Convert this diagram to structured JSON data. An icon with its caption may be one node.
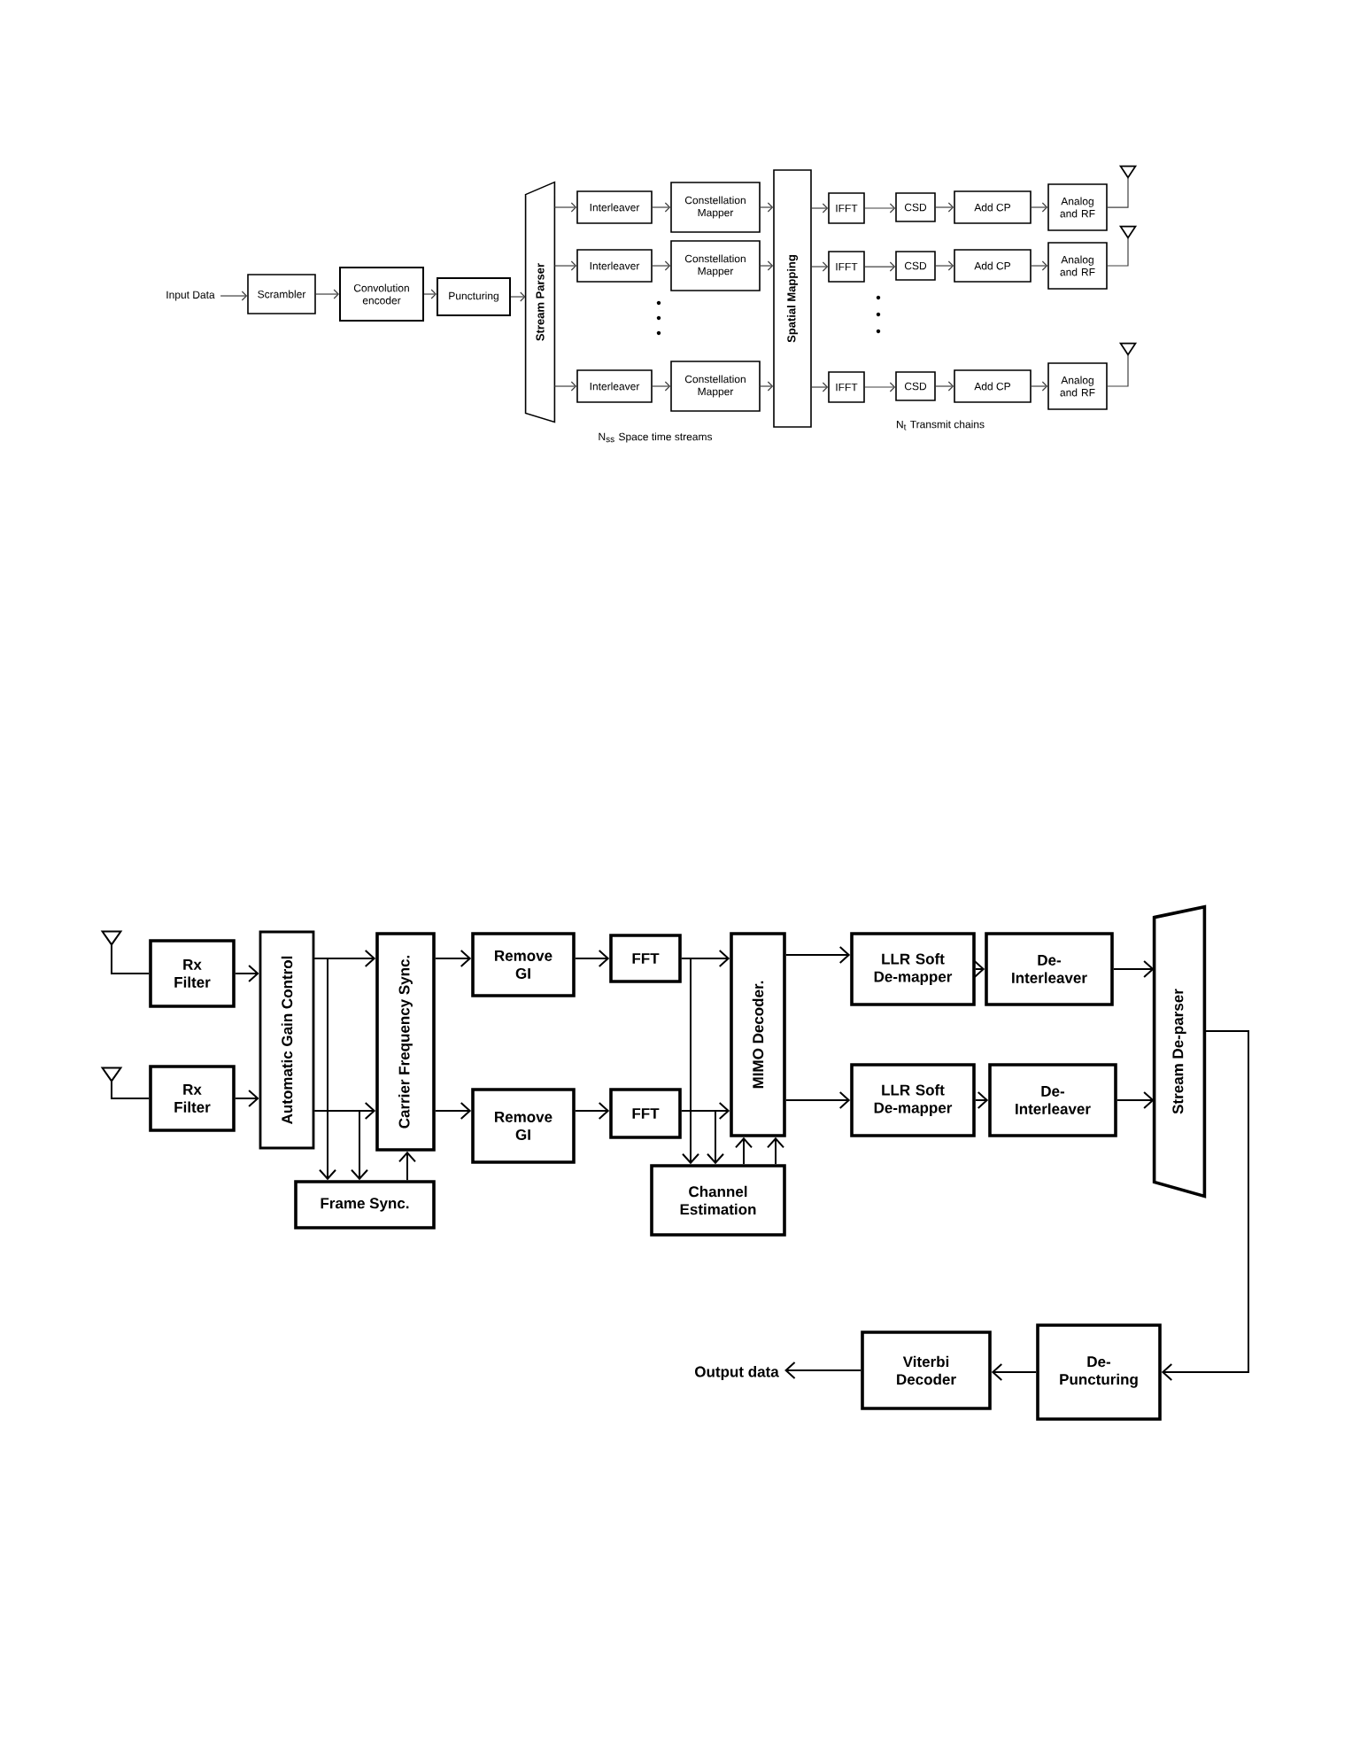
{
  "diagram": {
    "nodes": [
      {
        "text": [
          "Input Data"
        ]
      },
      {
        "text": [
          "Scrambler"
        ]
      },
      {
        "text": [
          "Convolution encoder"
        ]
      },
      {
        "text": [
          "Puncturing"
        ]
      },
      {
        "text": [
          "Stream Parser"
        ]
      },
      {
        "text": [
          "Interleaver"
        ]
      },
      {
        "text": [
          "Interleaver"
        ]
      },
      {
        "text": [
          "Interleaver"
        ]
      },
      {
        "text": [
          "Constellation Mapper"
        ]
      },
      {
        "text": [
          "Constellation Mapper"
        ]
      },
      {
        "text": [
          "Constellation Mapper"
        ]
      },
      {
        "text": [
          "Spatial Mapping"
        ]
      },
      {
        "text": [
          "IFFT"
        ]
      },
      {
        "text": [
          "IFFT"
        ]
      },
      {
        "text": [
          "IFFT"
        ]
      },
      {
        "text": [
          "CSD"
        ]
      },
      {
        "text": [
          "CSD"
        ]
      },
      {
        "text": [
          "CSD"
        ]
      },
      {
        "text": [
          "Add CP"
        ]
      },
      {
        "text": [
          "Add CP"
        ]
      },
      {
        "text": [
          "Add CP"
        ]
      },
      {
        "text": [
          "Analog and RF"
        ]
      },
      {
        "text": [
          "Analog and RF"
        ]
      },
      {
        "text": [
          "Analog and RF"
        ]
      },
      {
        "text": [],
        "shape": "antenna"
      },
      {
        "text": [],
        "shape": "antenna"
      },
      {
        "text": [],
        "shape": "antenna"
      },
      {
        "text": [],
        "shape": "antenna"
      },
      {
        "text": [],
        "shape": "antenna"
      },
      {
        "text": [
          "Rx Filter"
        ]
      },
      {
        "text": [
          "Rx Filter"
        ]
      },
      {
        "text": [
          "Automatic Gain Control"
        ]
      },
      {
        "text": [
          "Carrier Frequency Sync."
        ]
      },
      {
        "text": [
          "Frame Sync."
        ]
      },
      {
        "text": [
          "Remove GI"
        ]
      },
      {
        "text": [
          "Remove GI"
        ]
      },
      {
        "text": [
          "FFT"
        ]
      },
      {
        "text": [
          "FFT"
        ]
      },
      {
        "text": [
          "Channel Estimation"
        ]
      },
      {
        "text": [
          "MIMO Decoder."
        ]
      },
      {
        "text": [
          "LLR Soft De-mapper"
        ]
      },
      {
        "text": [
          "LLR Soft De-mapper"
        ]
      },
      {
        "text": [
          "De- Interleaver"
        ]
      },
      {
        "text": [
          "De- Interleaver"
        ]
      },
      {
        "text": [
          "Stream De-parser"
        ]
      },
      {
        "text": [
          "De- Puncturing"
        ]
      },
      {
        "text": [
          "Viterbi Decoder"
        ]
      },
      {
        "text": [
          "Output data"
        ]
      }
    ],
    "edges": [
      {
        "from": 0,
        "to": 1,
        "arrow": "to"
      },
      {
        "from": 1,
        "to": 2,
        "arrow": "to"
      },
      {
        "from": 2,
        "to": 3,
        "arrow": "to"
      },
      {
        "from": 3,
        "to": 4,
        "arrow": "to"
      },
      {
        "from": 4,
        "to": 5,
        "arrow": "to"
      },
      {
        "from": 4,
        "to": 6,
        "arrow": "to"
      },
      {
        "from": 4,
        "to": 7,
        "arrow": "to"
      },
      {
        "from": 5,
        "to": 8,
        "arrow": "to"
      },
      {
        "from": 6,
        "to": 9,
        "arrow": "to"
      },
      {
        "from": 7,
        "to": 10,
        "arrow": "to"
      },
      {
        "from": 8,
        "to": 11,
        "arrow": "to"
      },
      {
        "from": 9,
        "to": 11,
        "arrow": "to"
      },
      {
        "from": 10,
        "to": 11,
        "arrow": "to"
      },
      {
        "from": 11,
        "to": 12,
        "arrow": "to"
      },
      {
        "from": 11,
        "to": 13,
        "arrow": "to"
      },
      {
        "from": 11,
        "to": 14,
        "arrow": "to"
      },
      {
        "from": 12,
        "to": 15,
        "arrow": "to"
      },
      {
        "from": 13,
        "to": 16,
        "arrow": "to"
      },
      {
        "from": 14,
        "to": 17,
        "arrow": "to"
      },
      {
        "from": 15,
        "to": 18,
        "arrow": "to"
      },
      {
        "from": 16,
        "to": 19,
        "arrow": "to"
      },
      {
        "from": 17,
        "to": 20,
        "arrow": "to"
      },
      {
        "from": 18,
        "to": 21,
        "arrow": "to"
      },
      {
        "from": 19,
        "to": 22,
        "arrow": "to"
      },
      {
        "from": 20,
        "to": 23,
        "arrow": "to"
      },
      {
        "from": 21,
        "to": 24,
        "arrow": "none"
      },
      {
        "from": 22,
        "to": 25,
        "arrow": "none"
      },
      {
        "from": 23,
        "to": 26,
        "arrow": "none"
      },
      {
        "from": 27,
        "to": 29,
        "arrow": "none"
      },
      {
        "from": 28,
        "to": 30,
        "arrow": "none"
      },
      {
        "from": 29,
        "to": 31,
        "arrow": "to"
      },
      {
        "from": 30,
        "to": 31,
        "arrow": "to"
      },
      {
        "from": 31,
        "to": 32,
        "arrow": "to"
      },
      {
        "from": 31,
        "to": 33,
        "arrow": "to"
      },
      {
        "from": 31,
        "to": 32,
        "arrow": "to"
      },
      {
        "from": 31,
        "to": 33,
        "arrow": "to"
      },
      {
        "from": 33,
        "to": 32,
        "arrow": "to"
      },
      {
        "from": 32,
        "to": 34,
        "arrow": "to"
      },
      {
        "from": 32,
        "to": 35,
        "arrow": "to"
      },
      {
        "from": 34,
        "to": 36,
        "arrow": "to"
      },
      {
        "from": 35,
        "to": 37,
        "arrow": "to"
      },
      {
        "from": 36,
        "to": 39,
        "arrow": "to"
      },
      {
        "from": 36,
        "to": 38,
        "arrow": "to"
      },
      {
        "from": 37,
        "to": 39,
        "arrow": "to"
      },
      {
        "from": 37,
        "to": 38,
        "arrow": "to"
      },
      {
        "from": 38,
        "to": 39,
        "arrow": "to"
      },
      {
        "from": 38,
        "to": 39,
        "arrow": "to"
      },
      {
        "from": 39,
        "to": 40,
        "arrow": "to"
      },
      {
        "from": 39,
        "to": 41,
        "arrow": "to"
      },
      {
        "from": 40,
        "to": 42,
        "arrow": "to"
      },
      {
        "from": 41,
        "to": 43,
        "arrow": "to"
      },
      {
        "from": 42,
        "to": 44,
        "arrow": "to"
      },
      {
        "from": 43,
        "to": 44,
        "arrow": "to"
      },
      {
        "from": 44,
        "to": 45,
        "arrow": "to"
      },
      {
        "from": 45,
        "to": 46,
        "arrow": "to"
      },
      {
        "from": 46,
        "to": 47,
        "arrow": "to"
      }
    ],
    "labels": [
      "N$_{ss}$ Space time streams",
      "N$_{t}$ Transmit chains"
    ]
  }
}
